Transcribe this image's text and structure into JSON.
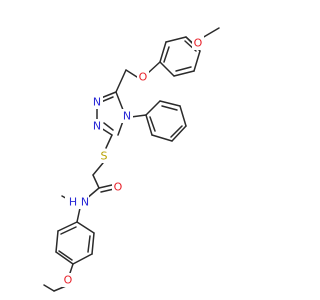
{
  "molecule": {
    "colors": {
      "bond": "#2b2b2b",
      "O": "#e8212a",
      "N": "#2929d6",
      "S": "#b8a200",
      "C": "#2b2b2b"
    },
    "atom_labels": {
      "o_methoxy": "O",
      "o_ether": "O",
      "n1": "N",
      "n2": "N",
      "n4": "N",
      "s": "S",
      "o_carbonyl": "O",
      "nh": "N",
      "h": "H",
      "o_ethoxy": "O"
    }
  }
}
